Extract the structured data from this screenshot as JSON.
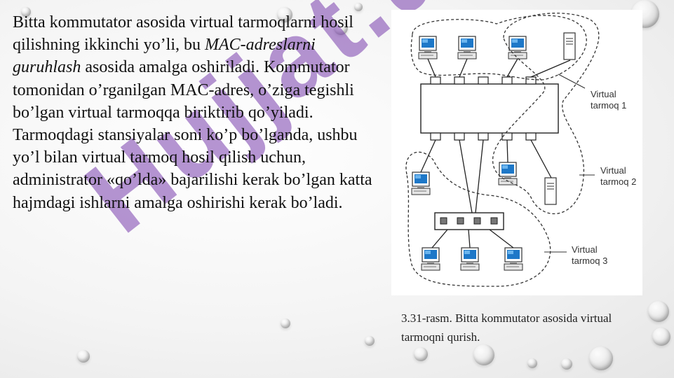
{
  "slide": {
    "paragraph": {
      "part1": "Bitta kommutator asosida virtual tarmoqlarni hosil qilishning ikkinchi yo’li, bu ",
      "emphasis": "MAC-adreslarni guruhlash",
      "part2": " asosida amalga oshiriladi. Kommutator tomonidan o’rganilgan MAC-adres, o’ziga tegishli bo’lgan virtual tarmoqqa biriktirib qo’yiladi. Tarmoqdagi stansiyalar soni ko’p bo’lganda, ushbu yo’l bilan virtual tarmoq hosil qilish uchun, administrator «qo’lda» bajarilishi kerak bo’lgan katta hajmdagi ishlarni amalga oshirishi kerak bo’ladi."
    },
    "caption": "3.31-rasm. Bitta kommutator asosida virtual tarmoqni qurish.",
    "watermark": "Hujjat.uz",
    "colors": {
      "watermark_purple": "#7a3fae",
      "icon_blue": "#1e78c8"
    }
  },
  "diagram": {
    "vlan1_label": [
      "Virtual",
      "tarmoq 1"
    ],
    "vlan2_label": [
      "Virtual",
      "tarmoq 2"
    ],
    "vlan3_label": [
      "Virtual",
      "tarmoq 3"
    ]
  }
}
